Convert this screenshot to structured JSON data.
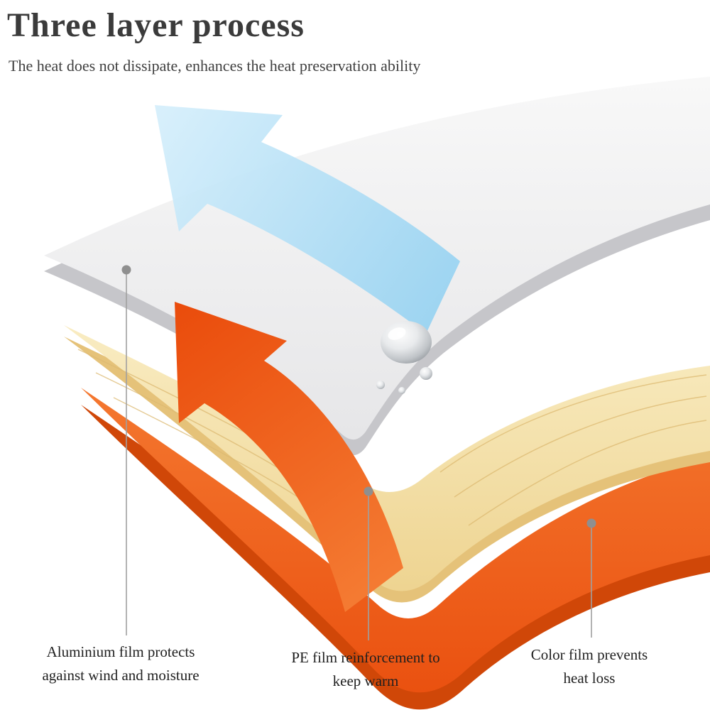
{
  "title": "Three layer process",
  "subtitle": "The heat does not dissipate, enhances the heat preservation ability",
  "callouts": [
    {
      "label": "Aluminium film protects against wind and moisture"
    },
    {
      "label": "PE film reinforcement to keep warm"
    },
    {
      "label": "Color film prevents heat loss"
    }
  ],
  "icons": {
    "blue_arrow": "airflow-arrow",
    "orange_arrow": "heat-arrow",
    "droplet": "water-droplet"
  },
  "colors": {
    "background": "#ffffff",
    "title_text": "#3b3b3b",
    "label_text": "#1f1f1f",
    "aluminium_film": "#efefef",
    "aluminium_film_edge": "#c6c6ca",
    "pe_film": "#f4dd9b",
    "pe_film_edge": "#e5c279",
    "color_film": "#f06020",
    "color_film_edge": "#d04708",
    "blue_arrow": "#aadcf5",
    "orange_arrow": "#ee5511",
    "callout_line": "#a0a0a0"
  }
}
